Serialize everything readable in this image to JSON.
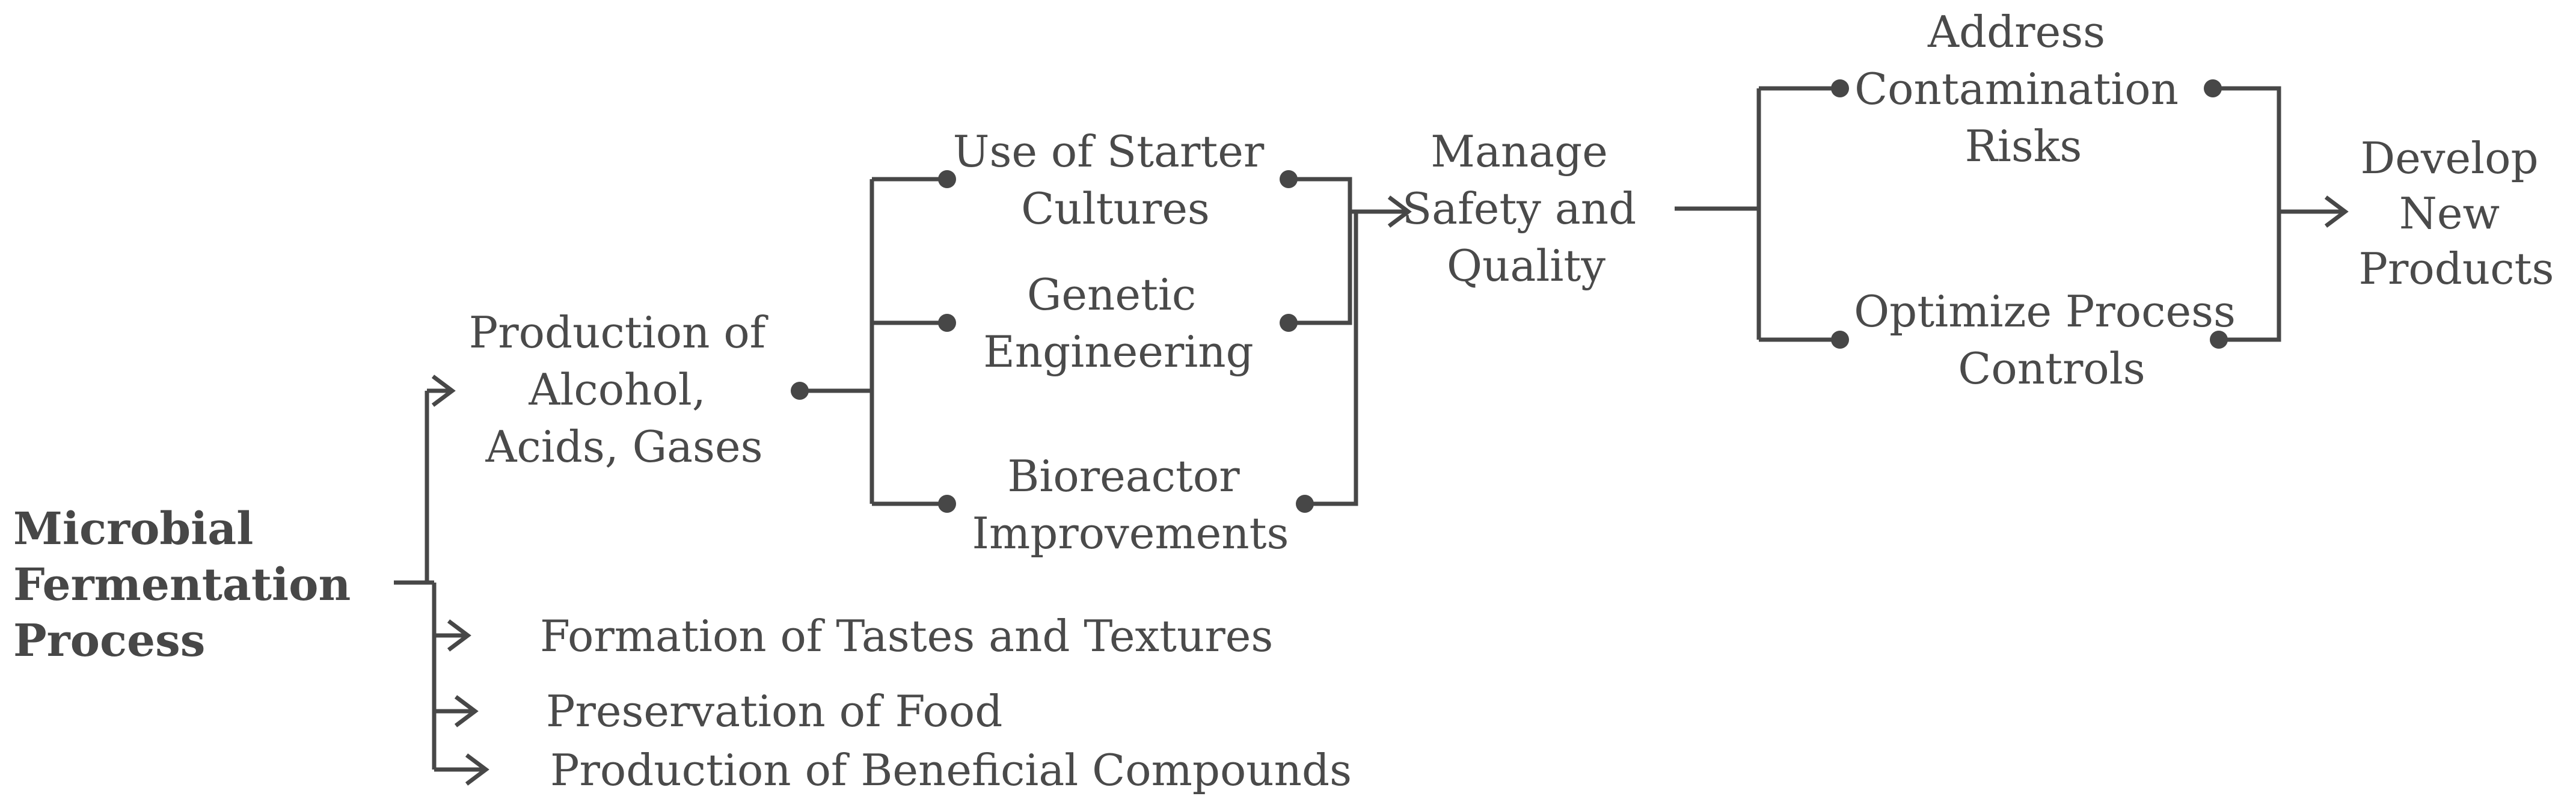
{
  "nodes": {
    "root": [
      "Microbial",
      "Fermentation",
      "Process"
    ],
    "production_alcohol": [
      "Production of",
      "Alcohol,",
      "Acids, Gases"
    ],
    "tastes": [
      "Formation of Tastes and Textures"
    ],
    "preservation": [
      "Preservation of Food"
    ],
    "beneficial": [
      "Production of Beneficial Compounds"
    ],
    "starter": [
      "Use of Starter",
      "Cultures"
    ],
    "genetic": [
      "Genetic",
      "Engineering"
    ],
    "bioreactor": [
      "Bioreactor",
      "Improvements"
    ],
    "safety": [
      "Manage",
      "Safety and",
      "Quality"
    ],
    "contamination": [
      "Address",
      "Contamination",
      "Risks"
    ],
    "process_controls": [
      "Optimize Process",
      "Controls"
    ],
    "develop": [
      "Develop",
      "New",
      "Products"
    ]
  }
}
